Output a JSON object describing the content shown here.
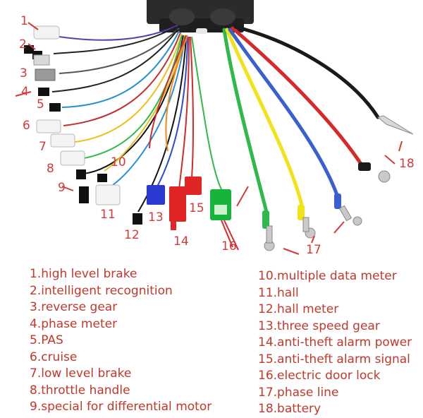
{
  "numbers": [
    "1",
    "2",
    "3",
    "4",
    "5",
    "6",
    "7",
    "8",
    "9",
    "10",
    "11",
    "12",
    "13",
    "14",
    "15",
    "16",
    "17",
    "18"
  ],
  "legend_left": [
    "1.high level brake",
    "2.intelligent recognition",
    "3.reverse gear",
    "4.phase meter",
    "5.PAS",
    "6.cruise",
    "7.low level brake",
    "8.throttle handle",
    "9.special for differential motor"
  ],
  "legend_right": [
    "10.multiple data meter",
    "11.hall",
    "12.hall meter",
    "13.three speed gear",
    "14.anti-theft alarm power",
    "15.anti-theft alarm signal",
    "16.electric door lock",
    "17.phase line",
    "18.battery"
  ],
  "colors": {
    "label_red": "#d43a3a",
    "phase_yellow": "#f2e21a",
    "phase_green": "#2fb94a",
    "phase_blue": "#3a5fd0",
    "battery_red": "#d42a2a",
    "battery_black": "#1a1a1a",
    "controller_body": "#2b2b2b"
  }
}
